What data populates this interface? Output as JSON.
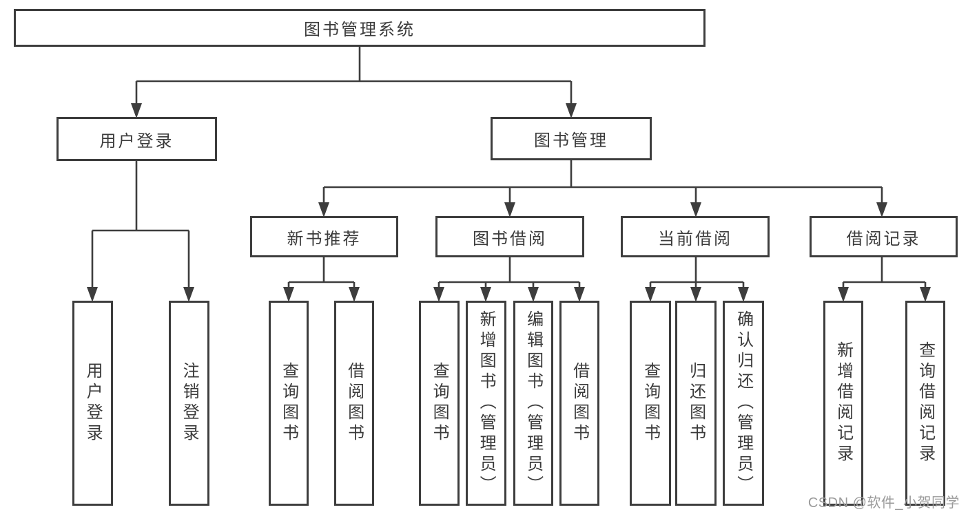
{
  "nodes": {
    "root": "图书管理系统",
    "user_login": "用户登录",
    "book_management": "图书管理",
    "new_book_recommend": "新书推荐",
    "book_borrow": "图书借阅",
    "current_borrow": "当前借阅",
    "borrow_records": "借阅记录",
    "login_children": [
      "用户登录",
      "注销登录"
    ],
    "recommend_children": [
      "查询图书",
      "借阅图书"
    ],
    "borrow_children": [
      "查询图书",
      "新增图书（管理员）",
      "编辑图书（管理员）",
      "借阅图书"
    ],
    "current_children": [
      "查询图书",
      "归还图书",
      "确认归还（管理员）"
    ],
    "records_children": [
      "新增借阅记录",
      "查询借阅记录"
    ]
  },
  "watermark": "CSDN @软件_小贺同学",
  "colors": {
    "line": "#3d3d3d",
    "box_border": "#3d3d3d",
    "text": "#3b3b3b",
    "watermark": "#9a9a9a",
    "background": "#ffffff"
  }
}
